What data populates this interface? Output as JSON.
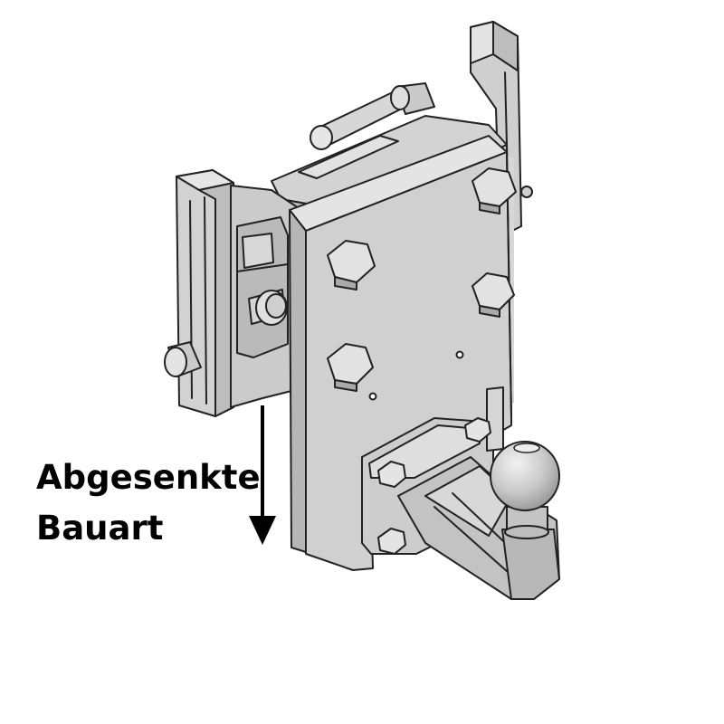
{
  "caption": {
    "line1": "Abgesenkte",
    "line2": "Bauart"
  },
  "colors": {
    "outline": "#222222",
    "face_light": "#d9d9d9",
    "face_mid": "#c4c4c4",
    "face_dark": "#a8a8a8",
    "ball": "#cfcfcf",
    "text": "#000000"
  },
  "illustration": {
    "subject": "towing-hitch-assembly",
    "parts": [
      "mounting-rail",
      "locking-pin",
      "base-plate",
      "hex-bolt",
      "coupling-flange",
      "tow-ball"
    ]
  }
}
